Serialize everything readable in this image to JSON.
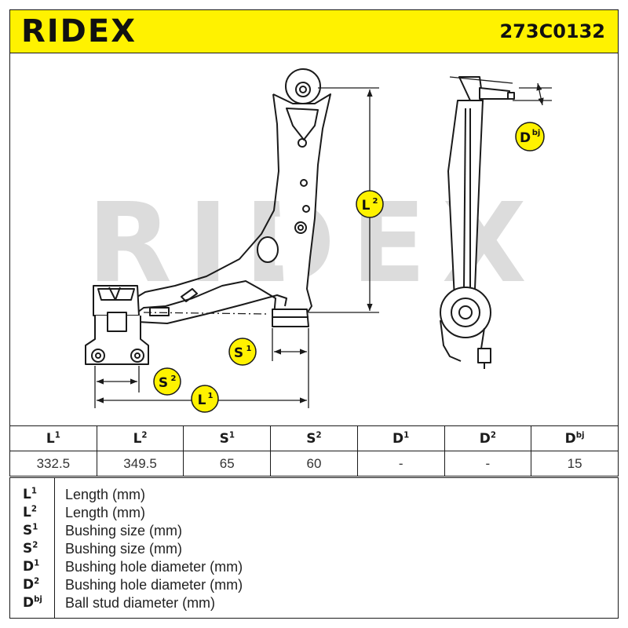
{
  "header": {
    "brand": "RIDEX",
    "part_number": "273C0132",
    "colors": {
      "band": "#fff200",
      "badge": "#fff200",
      "ink": "#1a1a1a",
      "watermark": "#d9d9d9"
    }
  },
  "drawing": {
    "watermark": "RIDEX",
    "labels": [
      {
        "base": "L",
        "sup": "2"
      },
      {
        "base": "S",
        "sup": "1"
      },
      {
        "base": "S",
        "sup": "2"
      },
      {
        "base": "L",
        "sup": "1"
      },
      {
        "base": "D",
        "sup": "bj"
      }
    ]
  },
  "table": {
    "headers": [
      {
        "base": "L",
        "sup": "1"
      },
      {
        "base": "L",
        "sup": "2"
      },
      {
        "base": "S",
        "sup": "1"
      },
      {
        "base": "S",
        "sup": "2"
      },
      {
        "base": "D",
        "sup": "1"
      },
      {
        "base": "D",
        "sup": "2"
      },
      {
        "base": "D",
        "sup": "bj"
      }
    ],
    "values": [
      "332.5",
      "349.5",
      "65",
      "60",
      "-",
      "-",
      "15"
    ]
  },
  "legend": [
    {
      "base": "L",
      "sup": "1",
      "text": "Length (mm)"
    },
    {
      "base": "L",
      "sup": "2",
      "text": "Length (mm)"
    },
    {
      "base": "S",
      "sup": "1",
      "text": "Bushing size (mm)"
    },
    {
      "base": "S",
      "sup": "2",
      "text": "Bushing size (mm)"
    },
    {
      "base": "D",
      "sup": "1",
      "text": "Bushing hole diameter (mm)"
    },
    {
      "base": "D",
      "sup": "2",
      "text": "Bushing hole diameter (mm)"
    },
    {
      "base": "D",
      "sup": "bj",
      "text": "Ball stud diameter (mm)"
    }
  ]
}
